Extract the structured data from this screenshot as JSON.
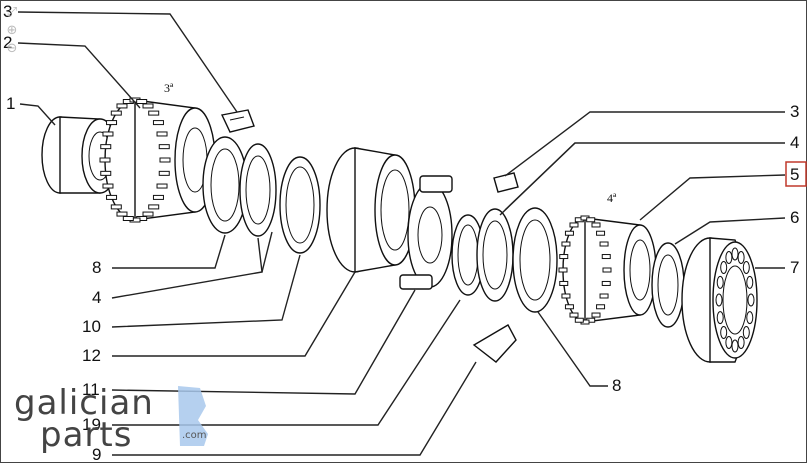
{
  "diagram": {
    "callouts": [
      {
        "id": "c3a",
        "label": "3"
      },
      {
        "id": "c2",
        "label": "2"
      },
      {
        "id": "c1",
        "label": "1"
      },
      {
        "id": "c8a",
        "label": "8"
      },
      {
        "id": "c4a",
        "label": "4"
      },
      {
        "id": "c10",
        "label": "10"
      },
      {
        "id": "c12",
        "label": "12"
      },
      {
        "id": "c11",
        "label": "11"
      },
      {
        "id": "c19",
        "label": "19"
      },
      {
        "id": "c9",
        "label": "9"
      },
      {
        "id": "c3b",
        "label": "3"
      },
      {
        "id": "c4b",
        "label": "4"
      },
      {
        "id": "c5",
        "label": "5",
        "highlighted": true
      },
      {
        "id": "c6",
        "label": "6"
      },
      {
        "id": "c7",
        "label": "7"
      },
      {
        "id": "c8b",
        "label": "8"
      }
    ],
    "gear_labels": {
      "third": "3ª",
      "fourth": "4ª"
    }
  },
  "watermark": {
    "text": "galician parts",
    "suffix": ".com"
  },
  "colors": {
    "highlight": "#c0392b",
    "watermark_blue": "#a8c8ec",
    "watermark_text": "#444444"
  },
  "icons": [
    "expand-icon",
    "zoom-in-icon",
    "zoom-out-icon"
  ]
}
